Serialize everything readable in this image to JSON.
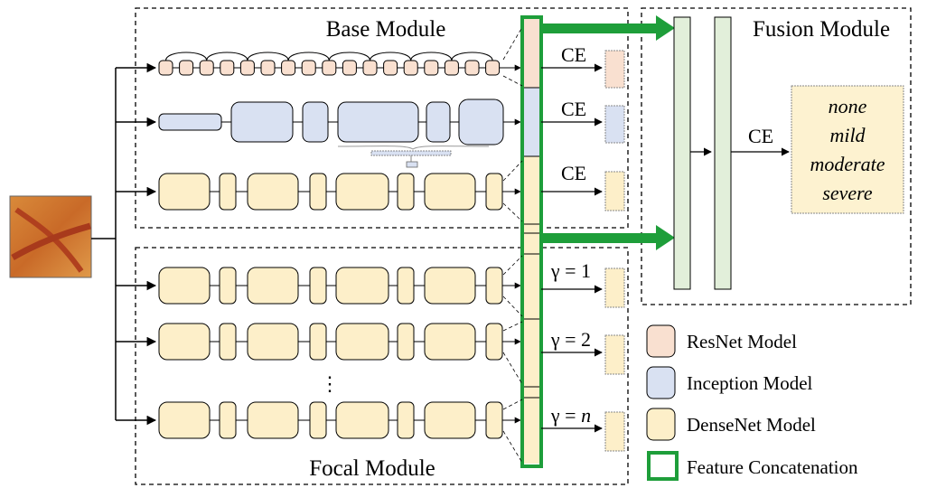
{
  "modules": {
    "base": "Base Module",
    "focal": "Focal Module",
    "fusion": "Fusion Module"
  },
  "loss_labels": {
    "ce_resnet": "CE",
    "ce_inception": "CE",
    "ce_densenet": "CE",
    "ce_fusion": "CE",
    "gamma_1": "γ = 1",
    "gamma_2": "γ = 2",
    "gamma_n_prefix": "γ = ",
    "gamma_n_var": "n",
    "ellipsis": "⋮"
  },
  "output_classes": [
    "none",
    "mild",
    "moderate",
    "severe"
  ],
  "legend": {
    "resnet": "ResNet Model",
    "inception": "Inception Model",
    "densenet": "DenseNet Model",
    "concat": "Feature Concatenation"
  },
  "colors": {
    "resnet": "#f9e0d0",
    "inception": "#d9e1f2",
    "densenet": "#fdefc9",
    "fusion_bar": "#e2efda",
    "concat_border": "#1e9e3a",
    "output_fill": "#fdf2d0"
  }
}
